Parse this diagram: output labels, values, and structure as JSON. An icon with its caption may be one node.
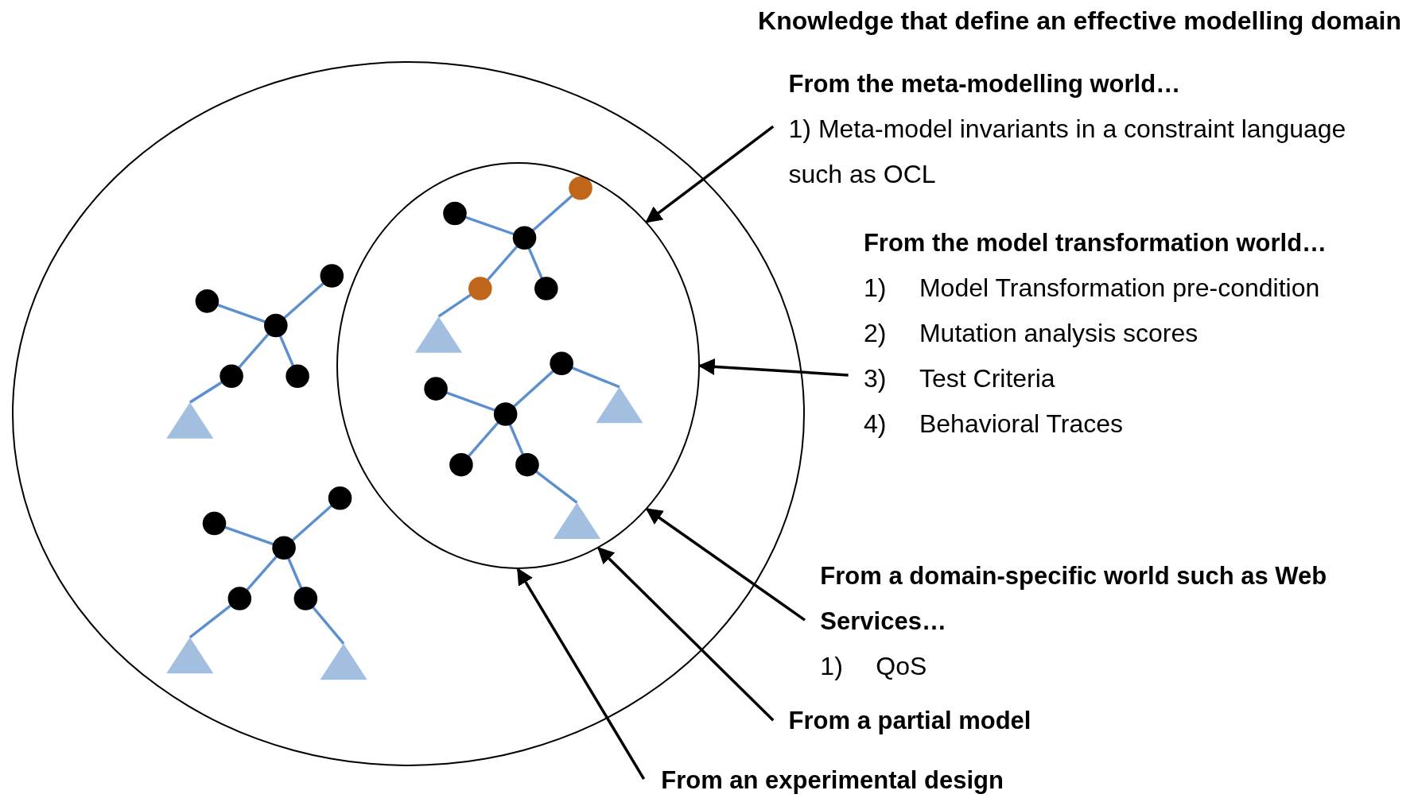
{
  "diagram": {
    "title": "Knowledge that define an effective modelling domain",
    "nodes": [
      {
        "text": [],
        "shape": "ellipse"
      },
      {
        "text": [],
        "shape": "ellipse",
        "in": 0
      },
      {
        "text": [
          "From the meta-modelling world…",
          "1) Meta-model invariants in a constraint language such as OCL"
        ]
      },
      {
        "text": [
          "From the model transformation world…",
          "1) Model Transformation pre-condition",
          "2) Mutation analysis scores",
          "3) Test Criteria",
          "4) Behavioral Traces"
        ]
      },
      {
        "text": [
          "From a domain-specific world such as Web Services…",
          "1) QoS"
        ]
      },
      {
        "text": [
          "From a partial model"
        ]
      },
      {
        "text": [
          "From an experimental design"
        ]
      }
    ],
    "edges": [
      {
        "from": 2,
        "to": 1,
        "arrow": "to"
      },
      {
        "from": 3,
        "to": 1,
        "arrow": "to"
      },
      {
        "from": 4,
        "to": 1,
        "arrow": "to"
      },
      {
        "from": 5,
        "to": 1,
        "arrow": "to"
      },
      {
        "from": 6,
        "to": 1,
        "arrow": "to"
      }
    ]
  }
}
